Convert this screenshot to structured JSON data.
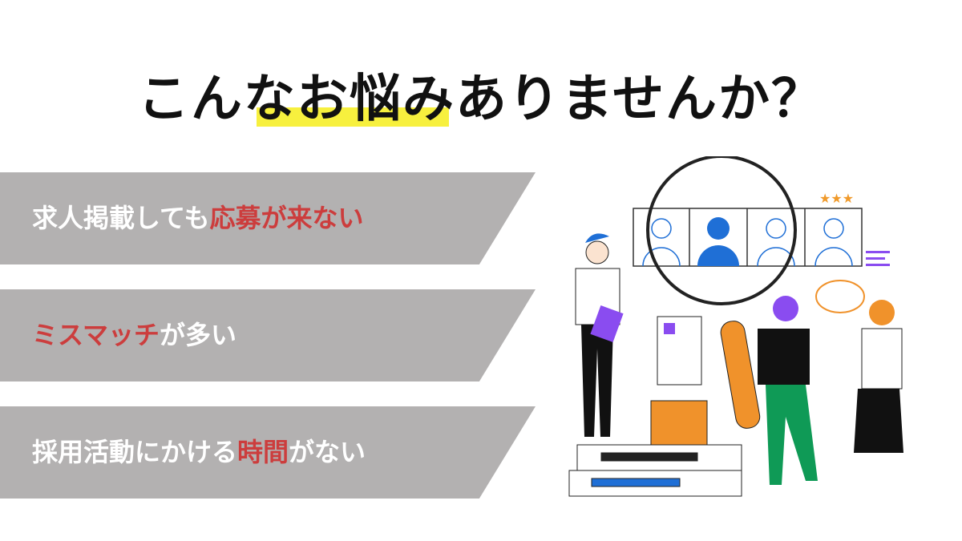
{
  "title": "こんなお悩みありませんか？",
  "items": [
    {
      "normal1": "求人掲載しても",
      "red": "応募が来ない",
      "normal2": ""
    },
    {
      "normal1": "",
      "red": "ミスマッチ",
      "normal2": "が多い"
    },
    {
      "normal1": "採用活動にかける",
      "red": "時間",
      "normal2": "がない"
    }
  ],
  "colors": {
    "banner": "#b3b1b1",
    "accent": "#cc3d3d",
    "highlight": "#f7f03e"
  }
}
